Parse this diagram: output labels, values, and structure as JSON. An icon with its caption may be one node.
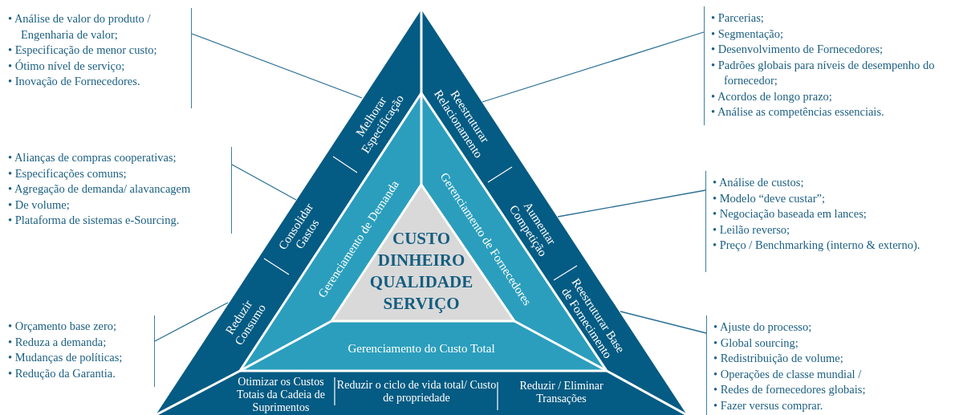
{
  "diagram": {
    "nodes": [
      {
        "text": [
          "• Análise de valor do produto / Engenharia de valor;",
          "• Especificação de menor custo;",
          "• Ótimo nível de serviço;",
          "• Inovação de Fornecedores."
        ]
      },
      {
        "text": [
          "• Parcerias;",
          "• Segmentação;",
          "• Desenvolvimento de Fornecedores;",
          "• Padrões globais para níveis de desempenho do fornecedor;",
          "• Acordos de longo prazo;",
          "• Análise as competências essenciais."
        ]
      },
      {
        "text": [
          "Melhorar Especificação"
        ]
      },
      {
        "text": [
          "Reestruturar Relacionamento"
        ]
      },
      {
        "text": [
          "• Alianças de compras cooperativas;",
          "• Especificações comuns;",
          "• Agregação de demanda/ alavancagem",
          "• De volume;",
          "• Plataforma de sistemas e-Sourcing."
        ]
      },
      {
        "text": [
          "Consolidar Gastos"
        ]
      },
      {
        "text": [
          "Gerenciamento de Demanda"
        ]
      },
      {
        "text": [
          "Gerenciamento de Fornecedores"
        ]
      },
      {
        "text": [
          "Aumentar Competição"
        ]
      },
      {
        "text": [
          "• Análise de custos;",
          "• Modelo “deve custar”;",
          "• Negociação baseada em lances;",
          "• Leilão reverso;",
          "• Preço / Benchmarking (interno & externo)."
        ]
      },
      {
        "text": [
          "CUSTO DINHEIRO QUALIDADE SERVIÇO"
        ]
      },
      {
        "text": [
          "Reduzir Consumo"
        ]
      },
      {
        "text": [
          "Reestruturar Base de Fornecimento"
        ]
      },
      {
        "text": [
          "• Orçamento base zero;",
          "• Reduza a demanda;",
          "• Mudanças de políticas;",
          "• Redução da Garantia."
        ]
      },
      {
        "text": [
          "Gerenciamento do Custo Total"
        ]
      },
      {
        "text": [
          "• Ajuste do processo;",
          "• Global sourcing;",
          "• Redistribuição de volume;",
          "• Operações de classe mundial /",
          "• Redes de fornecedores globais;",
          "• Fazer versus comprar."
        ]
      },
      {
        "text": [
          "Otimizar os Custos Totais da Cadeia de Suprimentos"
        ]
      },
      {
        "text": [
          "Reduzir o ciclo de vida total/ Custo de propriedade"
        ]
      },
      {
        "text": [
          "Reduzir / Eliminar Transações"
        ]
      }
    ],
    "edges": [
      {
        "from": 0,
        "to": 2,
        "arrow": "none"
      },
      {
        "from": 1,
        "to": 3,
        "arrow": "none"
      },
      {
        "from": 4,
        "to": 5,
        "arrow": "none"
      },
      {
        "from": 9,
        "to": 8,
        "arrow": "none"
      },
      {
        "from": 13,
        "to": 11,
        "arrow": "none"
      },
      {
        "from": 15,
        "to": 12,
        "arrow": "none"
      }
    ]
  }
}
